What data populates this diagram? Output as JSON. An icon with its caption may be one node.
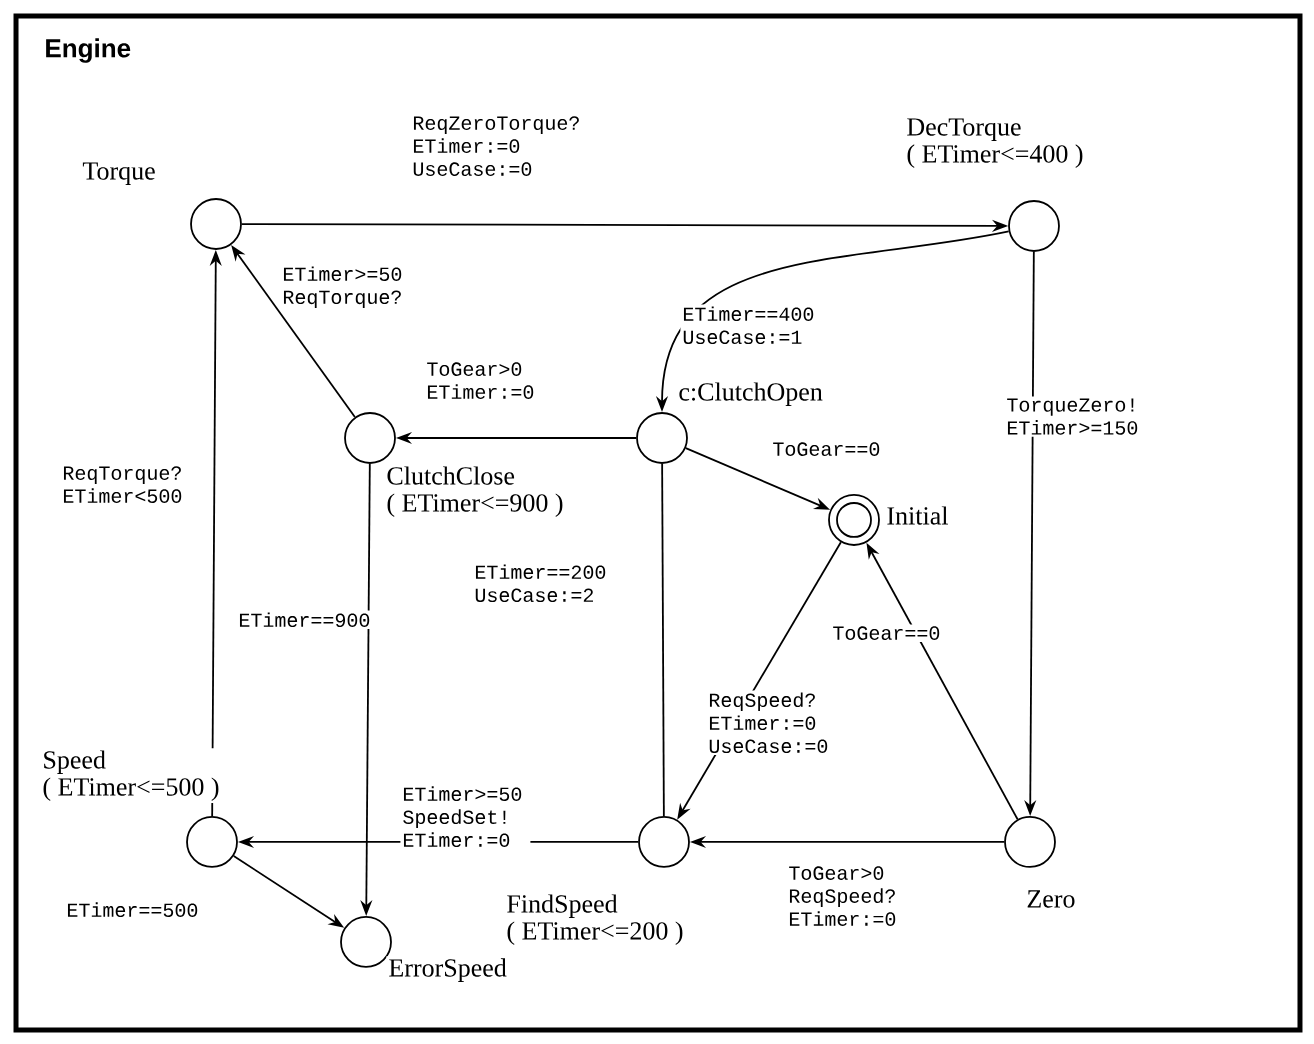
{
  "diagram": {
    "title": "Engine",
    "nodes": [
      {
        "text": [],
        "shape": "circle",
        "beside": [
          "Torque"
        ]
      },
      {
        "text": [],
        "shape": "circle",
        "beside": [
          "DecTorque",
          "( ETimer<=400 )"
        ]
      },
      {
        "text": [],
        "shape": "circle",
        "beside": [
          "ClutchClose",
          "( ETimer<=900 )"
        ]
      },
      {
        "text": [],
        "shape": "circle",
        "beside": [
          "c:ClutchOpen"
        ]
      },
      {
        "text": [],
        "shape": "doublecircle",
        "beside": [
          "Initial"
        ]
      },
      {
        "text": [],
        "shape": "circle",
        "beside": [
          "Speed",
          "( ETimer<=500 )"
        ]
      },
      {
        "text": [],
        "shape": "circle",
        "beside": [
          "FindSpeed",
          "( ETimer<=200 )"
        ]
      },
      {
        "text": [],
        "shape": "circle",
        "beside": [
          "Zero"
        ]
      },
      {
        "text": [],
        "shape": "circle",
        "beside": [
          "ErrorSpeed"
        ]
      }
    ],
    "edges": [
      {
        "from": 0,
        "to": 1,
        "arrow": "to",
        "label": "ReqZeroTorque? ETimer:=0 UseCase:=0"
      },
      {
        "from": 1,
        "to": 3,
        "arrow": "to",
        "label": "ETimer==400 UseCase:=1"
      },
      {
        "from": 3,
        "to": 2,
        "arrow": "to",
        "label": "ToGear>0 ETimer:=0"
      },
      {
        "from": 3,
        "to": 4,
        "arrow": "to",
        "label": "ToGear==0"
      },
      {
        "from": 2,
        "to": 0,
        "arrow": "to",
        "label": "ETimer>=50 ReqTorque?"
      },
      {
        "from": 5,
        "to": 0,
        "arrow": "to",
        "label": "ReqTorque? ETimer<500"
      },
      {
        "from": 2,
        "to": 8,
        "arrow": "to",
        "label": "ETimer==900"
      },
      {
        "from": 1,
        "to": 7,
        "arrow": "to",
        "label": "TorqueZero! ETimer>=150"
      },
      {
        "from": 7,
        "to": 4,
        "arrow": "to",
        "label": "ToGear==0"
      },
      {
        "from": 4,
        "to": 6,
        "arrow": "to",
        "label": "ReqSpeed? ETimer:=0 UseCase:=0"
      },
      {
        "from": 7,
        "to": 6,
        "arrow": "to",
        "label": "ToGear>0 ReqSpeed? ETimer:=0"
      },
      {
        "from": 6,
        "to": 5,
        "arrow": "to",
        "label": "ETimer>=50 SpeedSet! ETimer:=0"
      },
      {
        "from": 6,
        "to": 3,
        "arrow": "none",
        "label": "ETimer==200 UseCase:=2"
      },
      {
        "from": 5,
        "to": 8,
        "arrow": "to",
        "label": "ETimer==500"
      }
    ]
  }
}
